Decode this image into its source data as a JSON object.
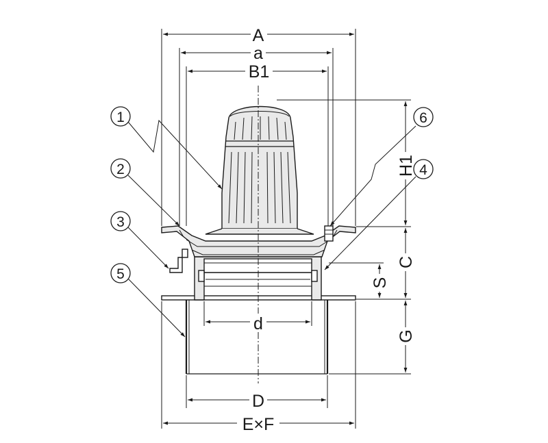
{
  "dimensions": {
    "A": "A",
    "a": "a",
    "B1": "B1",
    "H1": "H1",
    "C": "C",
    "S": "S",
    "G": "G",
    "d": "d",
    "D": "D",
    "ExF": "E×F"
  },
  "callouts": [
    "1",
    "2",
    "3",
    "4",
    "5",
    "6"
  ]
}
